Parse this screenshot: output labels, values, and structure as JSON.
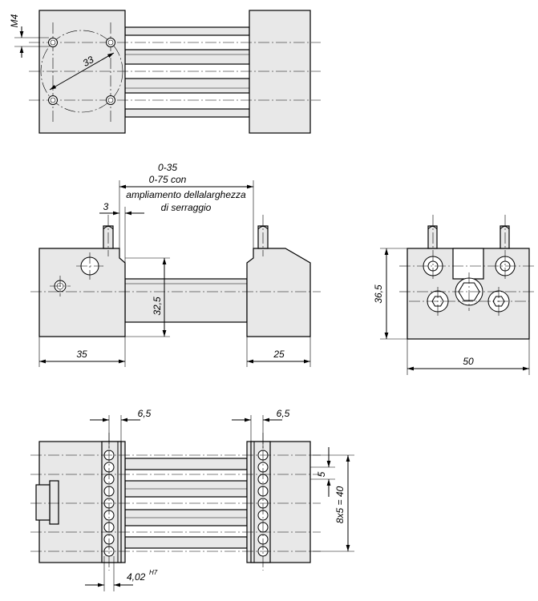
{
  "top_view": {
    "thread_label": "M4",
    "bolt_circle_label": "33"
  },
  "front_view": {
    "range_1": "0-35",
    "range_2": "0-75 con",
    "range_3": "ampliamento dellalarghezza",
    "range_4": "di serraggio",
    "dim_3": "3",
    "dim_32_5": "32,5",
    "dim_35": "35",
    "dim_25": "25"
  },
  "side_view": {
    "dim_36_5": "36,5",
    "dim_50": "50"
  },
  "bottom_view": {
    "dim_6_5_left": "6,5",
    "dim_6_5_right": "6,5",
    "dim_5": "5",
    "dim_8x5": "8x5 = 40",
    "dim_4_02": "4,02",
    "tol_h7": "H7"
  }
}
